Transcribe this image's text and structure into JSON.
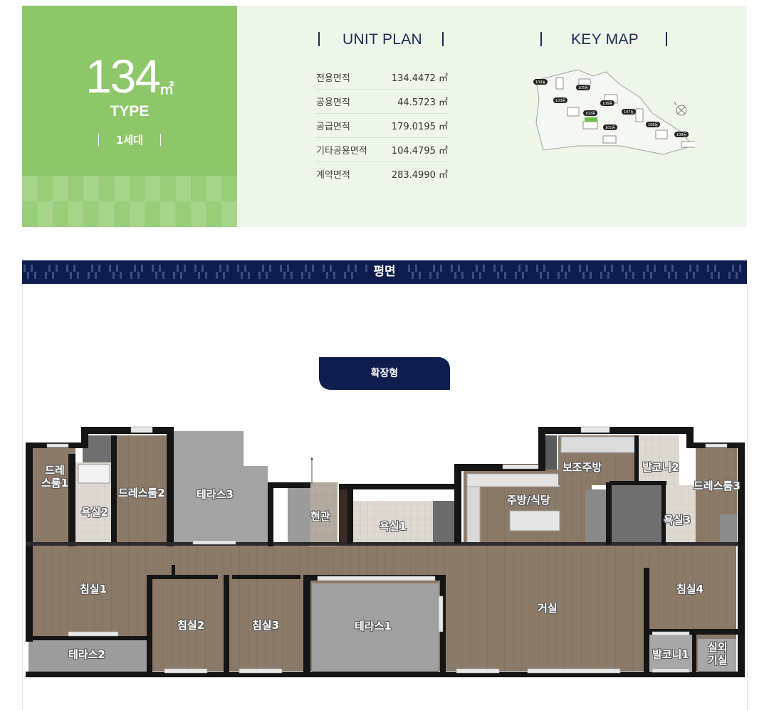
{
  "type_card": {
    "area_number": "134",
    "area_unit": "㎡",
    "type_label": "TYPE",
    "households": "1세대"
  },
  "unit_plan": {
    "heading": "UNIT PLAN",
    "rows": [
      {
        "label": "전용면적",
        "value": "134.4472 ㎡"
      },
      {
        "label": "공용면적",
        "value": "44.5723 ㎡"
      },
      {
        "label": "공급면적",
        "value": "179.0195 ㎡"
      },
      {
        "label": "기타공용면적",
        "value": "104.4795 ㎡"
      },
      {
        "label": "계약면적",
        "value": "283.4990 ㎡"
      }
    ]
  },
  "key_map": {
    "heading": "KEY MAP",
    "buildings": [
      "104동",
      "105동",
      "106동",
      "103동",
      "102동",
      "107동",
      "101동",
      "108동",
      "109동"
    ],
    "highlight": "102동"
  },
  "floor_plan": {
    "banner_title": "평면",
    "tab_label": "확장형",
    "rooms": {
      "dress1": "드레\n스룸1",
      "dress2": "드레스룸2",
      "dress3": "드레스룸3",
      "bath1": "욕실1",
      "bath2": "욕실2",
      "bath3": "욕실3",
      "terrace1": "테라스1",
      "terrace2": "테라스2",
      "terrace3": "테라스3",
      "entrance": "현관",
      "kitchen": "주방/식당",
      "sub_kitchen": "보조주방",
      "balcony1": "발코니1",
      "balcony2": "발코니2",
      "bed1": "침실1",
      "bed2": "침실2",
      "bed3": "침실3",
      "bed4": "침실4",
      "living": "거실",
      "outdoor": "실외\n기실"
    }
  },
  "colors": {
    "accent_green": "#8dc76a",
    "navy": "#0e1d4e",
    "panel_bg": "#eef6ea",
    "floor_wood": "#8a7866",
    "terrace_gray": "#9c9c9c"
  }
}
